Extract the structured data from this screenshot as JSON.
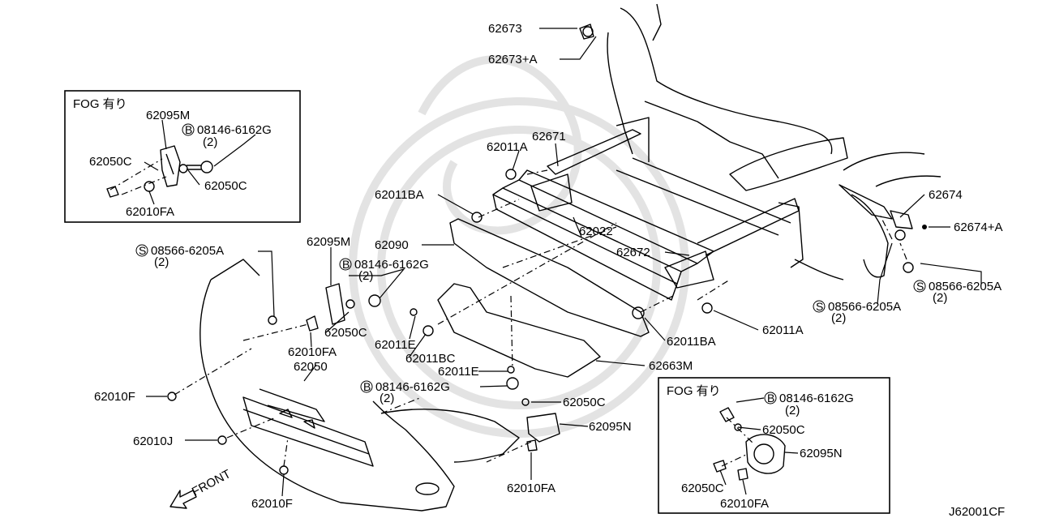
{
  "labels": {
    "p62673": "62673",
    "p62673A": "62673+A",
    "p62671": "62671",
    "p62011A_top": "62011A",
    "p62011BA_top": "62011BA",
    "p62022": "62022",
    "p62090": "62090",
    "p62672": "62672",
    "p62674": "62674",
    "p62674A": "62674+A",
    "p08566_right1": "08566-6205A",
    "p08566_right1_qty": "(2)",
    "p08566_right2": "08566-6205A",
    "p08566_right2_qty": "(2)",
    "p62011A_right": "62011A",
    "p62011BA_bottom": "62011BA",
    "p62663M": "62663M",
    "p62011E_a": "62011E",
    "p62011BC": "62011BC",
    "p62011E_b": "62011E",
    "p08146_mid": "08146-6162G",
    "p08146_mid_qty": "(2)",
    "p62050C_mid": "62050C",
    "p62095N": "62095N",
    "p62010FA_bot": "62010FA",
    "p62095M": "62095M",
    "p08146_left": "08146-6162G",
    "p08146_left_qty": "(2)",
    "p62050C_left": "62050C",
    "p62010FA_left": "62010FA",
    "p62050": "62050",
    "p08566_left": "08566-6205A",
    "p08566_left_qty": "(2)",
    "p62010F_a": "62010F",
    "p62010J": "62010J",
    "p62010F_b": "62010F",
    "front": "FRONT",
    "diagram_code": "J62001CF"
  },
  "inset_left": {
    "title": "FOG 有り",
    "p62095M": "62095M",
    "p08146": "08146-6162G",
    "p08146_qty": "(2)",
    "p62050C_a": "62050C",
    "p62050C_b": "62050C",
    "p62010FA": "62010FA"
  },
  "inset_right": {
    "title": "FOG 有り",
    "p08146": "08146-6162G",
    "p08146_qty": "(2)",
    "p62050C_a": "62050C",
    "p62095N": "62095N",
    "p62050C_b": "62050C",
    "p62010FA": "62010FA"
  },
  "symbols": {
    "bolt_letter": "B",
    "screw_letter": "S"
  }
}
